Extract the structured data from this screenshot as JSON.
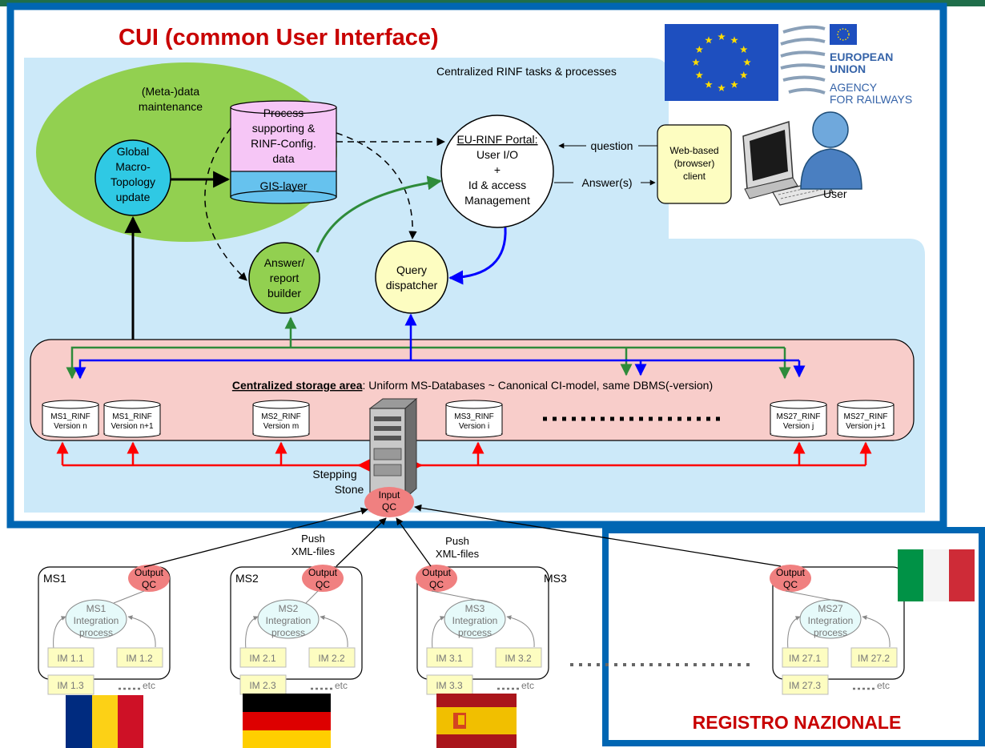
{
  "title": "CUI (common User Interface)",
  "central_caption": "Centralized RINF tasks & processes",
  "eu_agency": [
    "EUROPEAN",
    "UNION",
    "AGENCY",
    "FOR RAILWAYS"
  ],
  "meta_caption": [
    "(Meta-)data",
    "maintenance"
  ],
  "global_update": [
    "Global",
    "Macro-",
    "Topology",
    "update"
  ],
  "process_data": [
    "Process",
    "supporting &",
    "RINF-Config.",
    "data"
  ],
  "gis_layer": "GIS-layer",
  "portal": {
    "title": "EU-RINF Portal:",
    "lines": [
      "User I/O",
      "+",
      "Id & access",
      "Management"
    ]
  },
  "question": "question",
  "answers": "Answer(s)",
  "web_client": [
    "Web-based",
    "(browser)",
    "client"
  ],
  "user_label": "User",
  "answer_builder": [
    "Answer/",
    "report",
    "builder"
  ],
  "query_dispatcher": [
    "Query",
    "dispatcher"
  ],
  "storage": {
    "title": "Centralized storage area",
    "rest": ": Uniform MS-Databases ~ Canonical CI-model, same DBMS(-version)"
  },
  "databases": [
    {
      "name": "MS1_RINF",
      "version": "Version n"
    },
    {
      "name": "MS1_RINF",
      "version": "Version n+1"
    },
    {
      "name": "MS2_RINF",
      "version": "Version m"
    },
    {
      "name": "MS3_RINF",
      "version": "Version i"
    },
    {
      "name": "MS27_RINF",
      "version": "Version j"
    },
    {
      "name": "MS27_RINF",
      "version": "Version j+1"
    }
  ],
  "stepping_stone": [
    "Stepping",
    "Stone"
  ],
  "input_qc": [
    "Input",
    "QC"
  ],
  "push": [
    "Push",
    "XML-files"
  ],
  "member_states": [
    {
      "name": "MS1",
      "process": [
        "MS1",
        "Integration",
        "process"
      ],
      "ims": [
        "IM 1.1",
        "IM 1.2",
        "IM 1.3"
      ]
    },
    {
      "name": "MS2",
      "process": [
        "MS2",
        "Integration",
        "process"
      ],
      "ims": [
        "IM 2.1",
        "IM 2.2",
        "IM 2.3"
      ]
    },
    {
      "name": "MS3",
      "process": [
        "MS3",
        "Integration",
        "process"
      ],
      "ims": [
        "IM 3.1",
        "IM 3.2",
        "IM 3.3"
      ]
    },
    {
      "name": "MS27",
      "process": [
        "MS27",
        "Integration",
        "process"
      ],
      "ims": [
        "IM 27.1",
        "IM 27.2",
        "IM 27.3"
      ]
    }
  ],
  "output_qc": [
    "Output",
    "QC"
  ],
  "etc": "etc",
  "registro": "REGISTRO NAZIONALE",
  "colors": {
    "frame_blue": "#0066b3",
    "panel_blue": "#cce9f9",
    "ellipse_green": "#92d050",
    "storage_pink": "#f8cdca",
    "node_cyan": "#2fc9e4",
    "node_yellow": "#fdfdc1",
    "gis_blue": "#66c2ee",
    "db_pink": "#f6c6f6",
    "title_red": "#c80000",
    "arrow_red": "#ff0000",
    "arrow_blue": "#0000ff",
    "arrow_green": "#2e8b3a"
  }
}
